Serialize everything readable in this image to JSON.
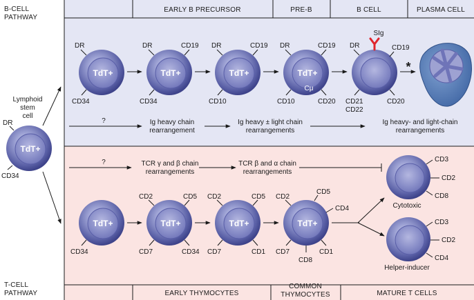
{
  "pathways": {
    "b_cell": [
      "B-CELL",
      "PATHWAY"
    ],
    "t_cell": [
      "T-CELL",
      "PATHWAY"
    ]
  },
  "b_headers": [
    "EARLY B PRECURSOR",
    "PRE-B",
    "B CELL",
    "PLASMA CELL"
  ],
  "t_headers": [
    "EARLY THYMOCYTES",
    "COMMON",
    "THYMOCYTES",
    "MATURE T CELLS"
  ],
  "stem": {
    "label": [
      "Lymphoid",
      "stem",
      "cell"
    ],
    "markers": [
      "DR",
      "CD34"
    ]
  },
  "tdt": "TdT+",
  "b_cells": [
    {
      "markers": [
        "DR",
        "CD34"
      ]
    },
    {
      "markers": [
        "DR",
        "CD19",
        "CD34"
      ]
    },
    {
      "markers": [
        "DR",
        "CD19",
        "CD10"
      ]
    },
    {
      "markers": [
        "DR",
        "CD19",
        "CD10",
        "CD20"
      ],
      "inner": "Cμ"
    },
    {
      "markers": [
        "DR",
        "CD19",
        "CD21",
        "CD22",
        "CD20"
      ],
      "surface": "SIg"
    }
  ],
  "plasma_marker": "*",
  "b_rearrangements": [
    "?",
    "Ig heavy chain",
    "rearrangement",
    "Ig heavy ± light chain",
    "rearrangements",
    "Ig heavy- and light-chain",
    "rearrangements"
  ],
  "t_rearrangements": [
    "?",
    "TCR γ and β chain",
    "rearrangements",
    "TCR β and α chain",
    "rearrangements"
  ],
  "t_cells": [
    {
      "markers": [
        "CD34"
      ]
    },
    {
      "markers": [
        "CD2",
        "CD5",
        "CD7",
        "CD34"
      ]
    },
    {
      "markers": [
        "CD2",
        "CD5",
        "CD7",
        "CD1"
      ]
    },
    {
      "markers": [
        "CD2",
        "CD5",
        "CD4",
        "CD7",
        "CD8",
        "CD1"
      ]
    }
  ],
  "mature_t": [
    {
      "label": "Cytotoxic",
      "markers": [
        "CD3",
        "CD2",
        "CD8"
      ]
    },
    {
      "label": "Helper-inducer",
      "markers": [
        "CD3",
        "CD2",
        "CD4"
      ]
    }
  ],
  "colors": {
    "b_band": "#e4e6f4",
    "t_band": "#fbe4e2",
    "cell": "#6a70b4",
    "cell_inner": "#9ea2d2",
    "plasma": "#4f77b3",
    "sig": "#e0242c"
  }
}
